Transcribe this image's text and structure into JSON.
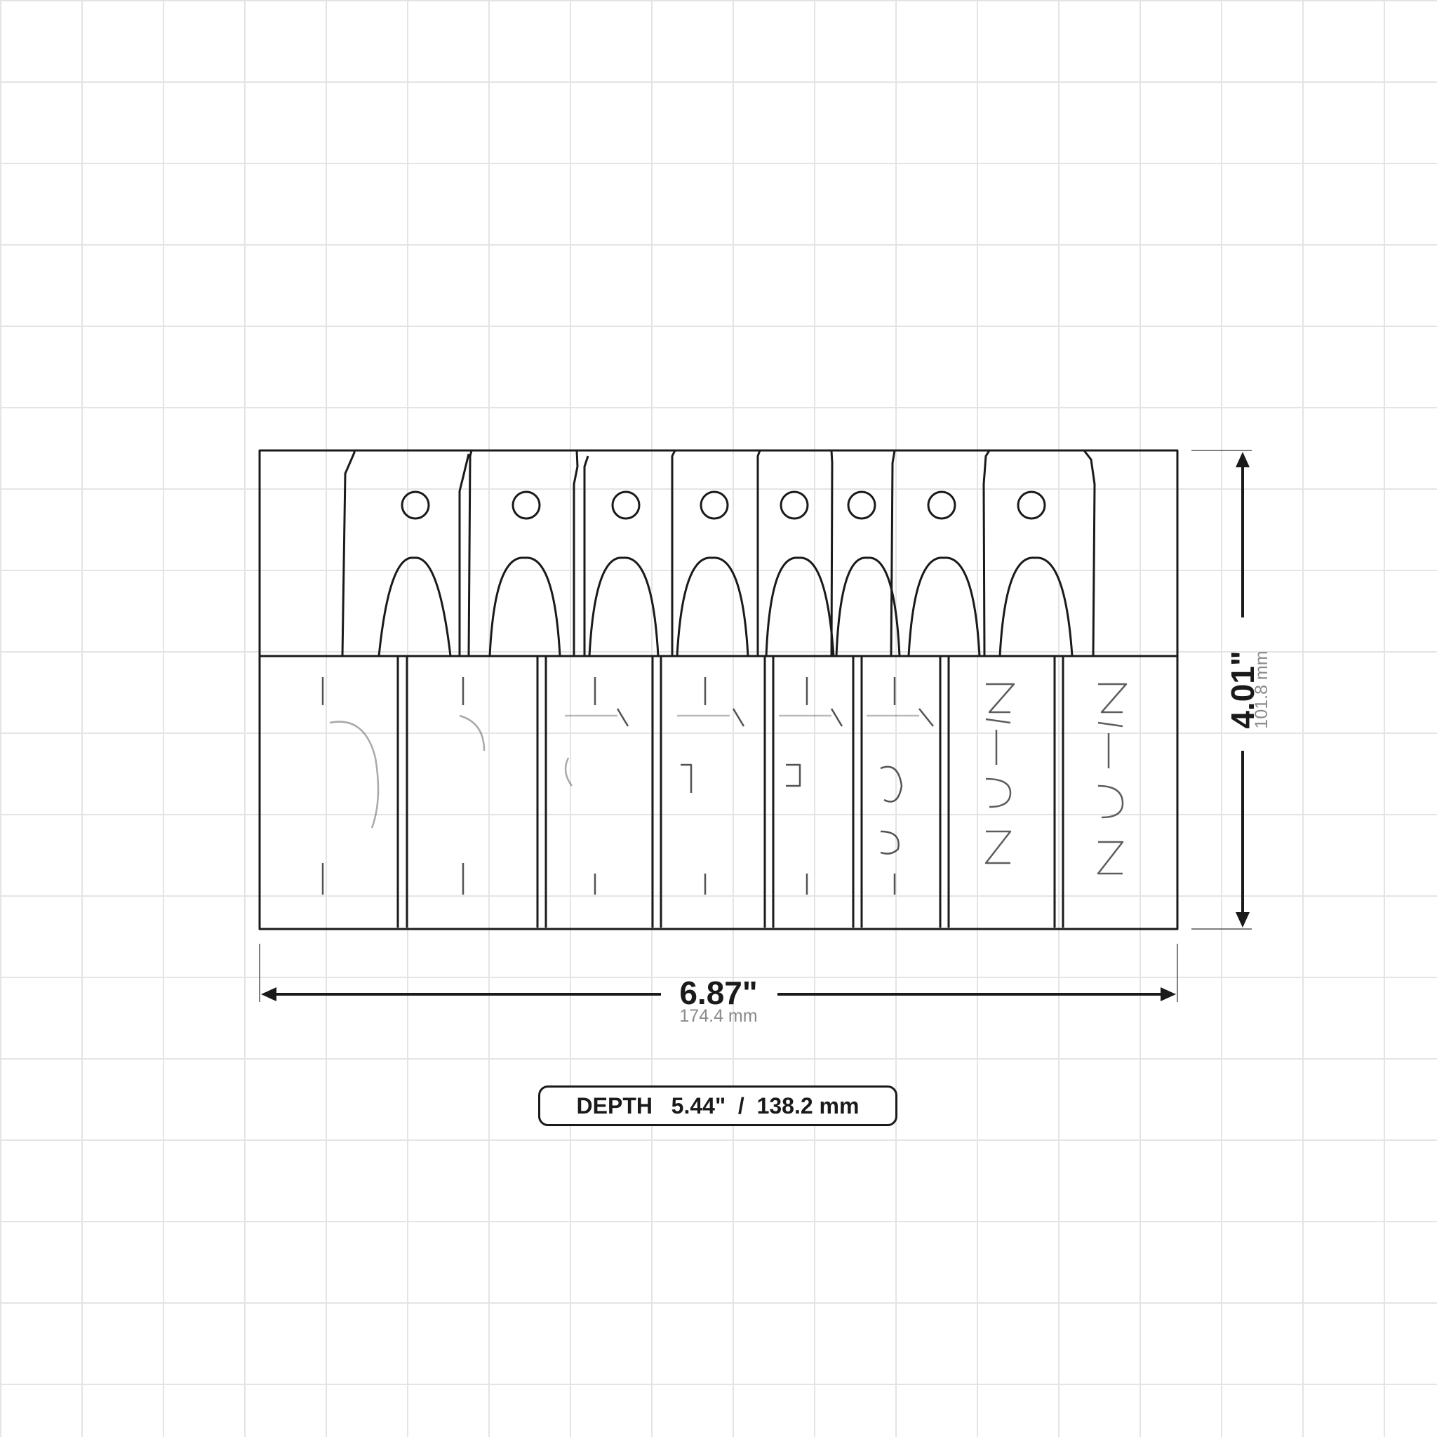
{
  "dimensions": {
    "width": {
      "imperial": "6.87\"",
      "metric": "174.4 mm"
    },
    "height": {
      "imperial": "4.01\"",
      "metric": "101.8 mm"
    },
    "depth": {
      "label": "DEPTH",
      "imperial": "5.44\"",
      "separator": "/",
      "metric": "138.2 mm"
    }
  },
  "object": {
    "description_hidden": false,
    "slots": 8,
    "style": "line-art"
  },
  "colors": {
    "line": "#1a1a1a",
    "grid": "#e4e4e4",
    "metric_text": "#8a8a8a",
    "background": "#ffffff"
  }
}
